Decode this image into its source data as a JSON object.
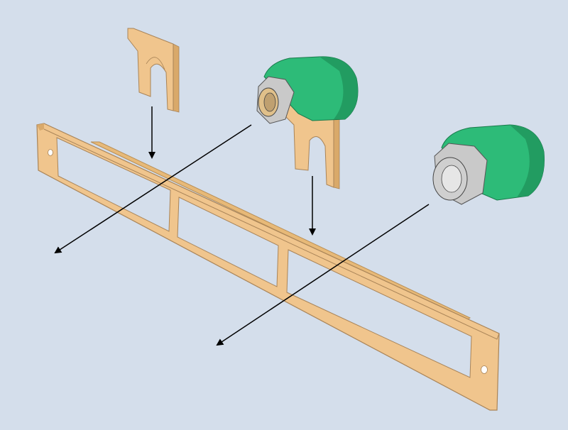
{
  "diagram": {
    "background_color": "#d4deeb",
    "bracket_color": "#f0c58d",
    "bracket_edge_color": "#caa06a",
    "fitting_green": "#2dbb78",
    "fitting_green_dark": "#209a5f",
    "fitting_metal": "#c9c9c9",
    "arrow_color": "#000000",
    "parts": [
      {
        "name": "mounting-bracket",
        "kind": "bracket"
      },
      {
        "name": "fork-clip",
        "kind": "clip",
        "count": 2
      },
      {
        "name": "threaded-elbow-fitting",
        "kind": "fitting",
        "count": 2
      }
    ],
    "arrows": [
      {
        "name": "clip-1-down-arrow",
        "direction": "down"
      },
      {
        "name": "clip-2-down-arrow",
        "direction": "down"
      },
      {
        "name": "fitting-1-arrow",
        "direction": "down-left"
      },
      {
        "name": "fitting-2-arrow",
        "direction": "down-left"
      }
    ]
  }
}
